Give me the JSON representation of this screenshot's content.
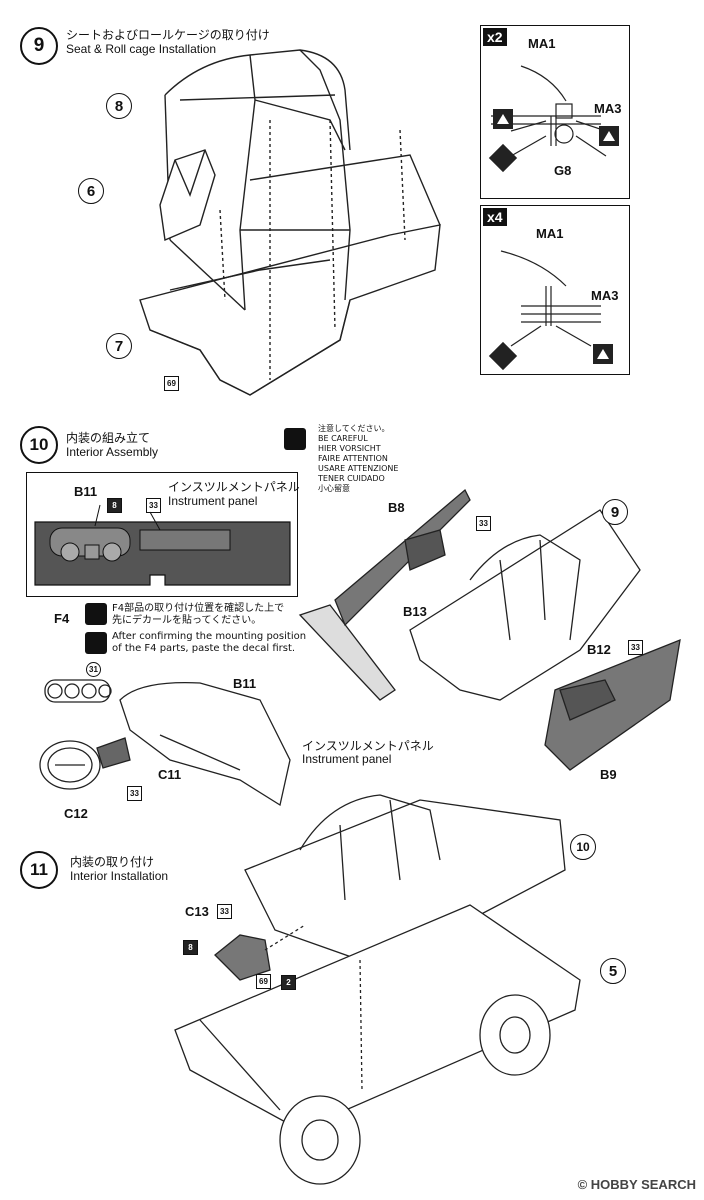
{
  "steps": {
    "step9": {
      "number": "9",
      "title_jp": "シートおよびロールケージの取り付け",
      "title_en": "Seat & Roll cage Installation"
    },
    "step10": {
      "number": "10",
      "title_jp": "内装の組み立て",
      "title_en": "Interior Assembly"
    },
    "step11": {
      "number": "11",
      "title_jp": "内装の取り付け",
      "title_en": "Interior Installation"
    }
  },
  "step9_parts": {
    "callout_8": "8",
    "callout_6": "6",
    "callout_7": "7",
    "decal_69": "69",
    "inset1": {
      "mult": "x2",
      "ma1": "MA1",
      "ma3": "MA3",
      "g8": "G8"
    },
    "inset2": {
      "mult": "x4",
      "ma1": "MA1",
      "ma3": "MA3"
    }
  },
  "caution": {
    "lines": [
      "注意してください。",
      "BE CAREFUL",
      "HIER VORSICHT",
      "FAIRE ATTENTION",
      "USARE ATTENZIONE",
      "TENER CUIDADO",
      "小心留意"
    ]
  },
  "step10_parts": {
    "panel_jp": "インスツルメントパネル",
    "panel_en": "Instrument panel",
    "b11": "B11",
    "decal_8": "8",
    "decal_33": "33",
    "f4": "F4",
    "decal_31": "31",
    "note_jp": [
      "F4部品の取り付け位置を確認した上で",
      "先にデカールを貼ってください。"
    ],
    "note_en": [
      "After confirming the mounting position",
      "of the F4 parts, paste the decal first."
    ],
    "b11_b": "B11",
    "c11": "C11",
    "c12": "C12",
    "decal_33b": "33",
    "panel2_jp": "インスツルメントパネル",
    "panel2_en": "Instrument panel",
    "b8": "B8",
    "b13": "B13",
    "decal_33c": "33",
    "callout_9": "9",
    "b12": "B12",
    "decal_33d": "33",
    "b9": "B9"
  },
  "step11_parts": {
    "callout_10": "10",
    "c13": "C13",
    "decal_33e": "33",
    "decal_8b": "8",
    "decal_69b": "69",
    "decal_2": "2",
    "callout_5": "5"
  },
  "watermark": "© HOBBY SEARCH"
}
